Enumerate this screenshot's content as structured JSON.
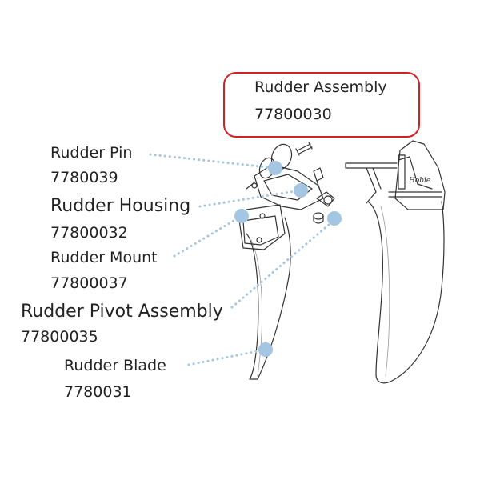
{
  "diagram": {
    "assembly": {
      "name": "Rudder Assembly",
      "part_no": "77800030"
    },
    "parts": [
      {
        "name": "Rudder Pin",
        "part_no": "7780039"
      },
      {
        "name": "Rudder Housing",
        "part_no": "77800032"
      },
      {
        "name": "Rudder Mount",
        "part_no": "77800037"
      },
      {
        "name": "Rudder Pivot Assembly",
        "part_no": "77800035"
      },
      {
        "name": "Rudder Blade",
        "part_no": "7780031"
      }
    ],
    "colors": {
      "callout_dot": "#a4c6e3",
      "callout_line": "#a4c6e3",
      "frame": "#d32027",
      "line_art": "#333333"
    }
  }
}
